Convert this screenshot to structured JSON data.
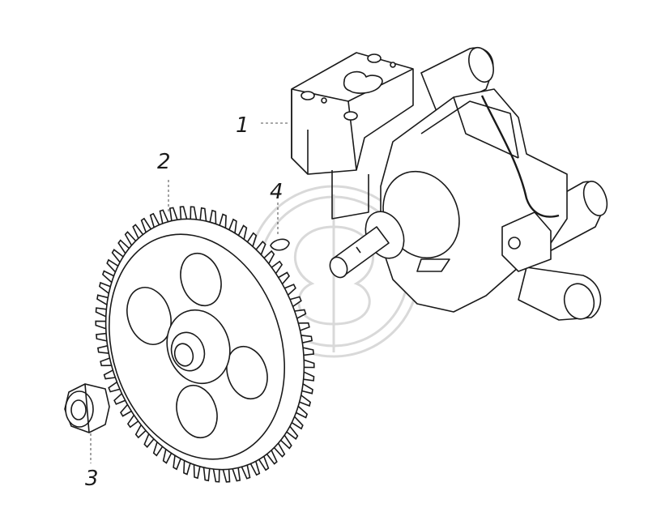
{
  "callouts": [
    {
      "id": "1",
      "text": "1"
    },
    {
      "id": "2",
      "text": "2"
    },
    {
      "id": "3",
      "text": "3"
    },
    {
      "id": "4",
      "text": "4"
    }
  ],
  "colors": {
    "line": "#1a1a1a",
    "watermark": "#d9d9d9",
    "background": "#ffffff"
  }
}
